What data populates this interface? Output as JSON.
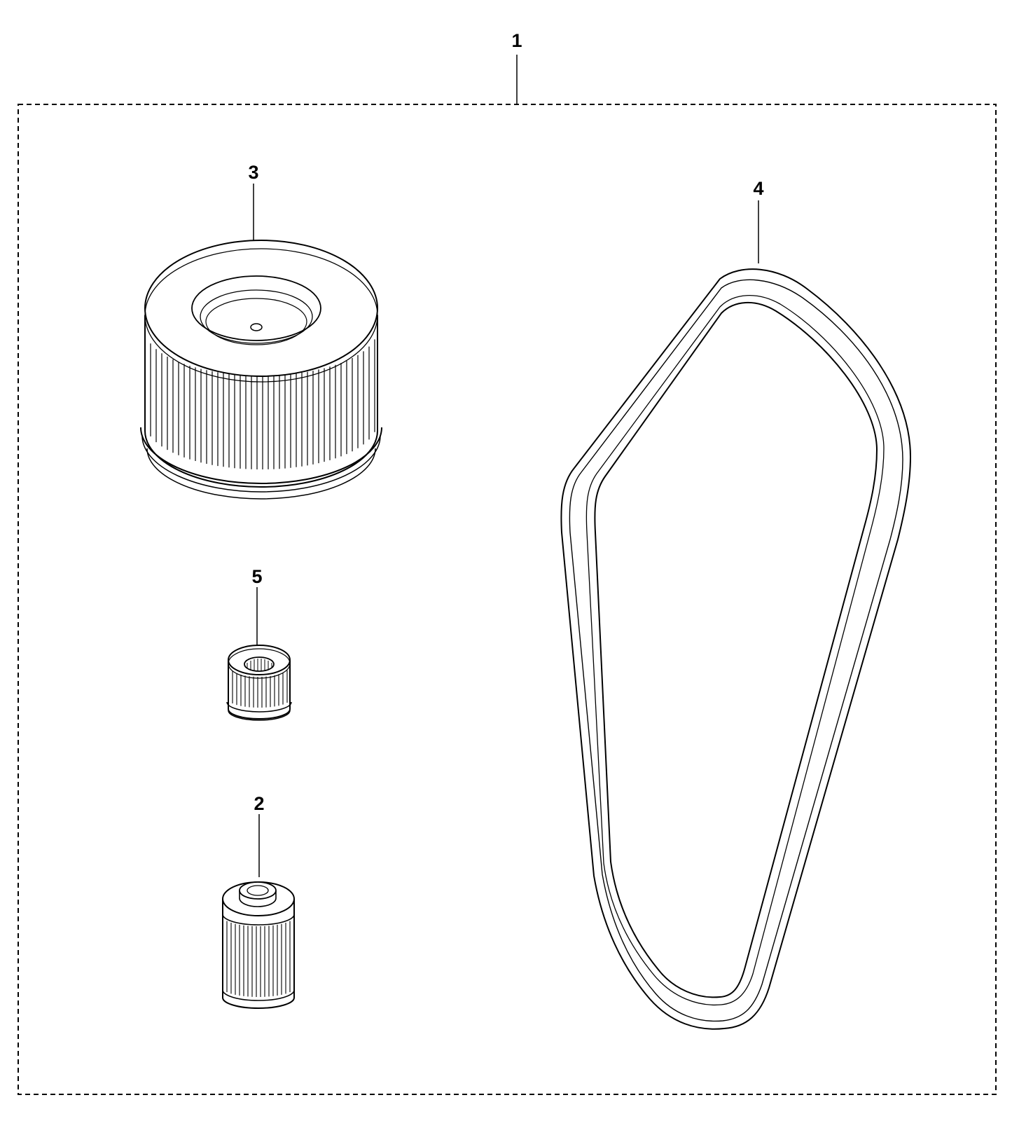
{
  "callouts": {
    "kit": "1",
    "fuel_filter_large": "2",
    "air_filter": "3",
    "drive_belt": "4",
    "fuel_filter_small": "5"
  }
}
